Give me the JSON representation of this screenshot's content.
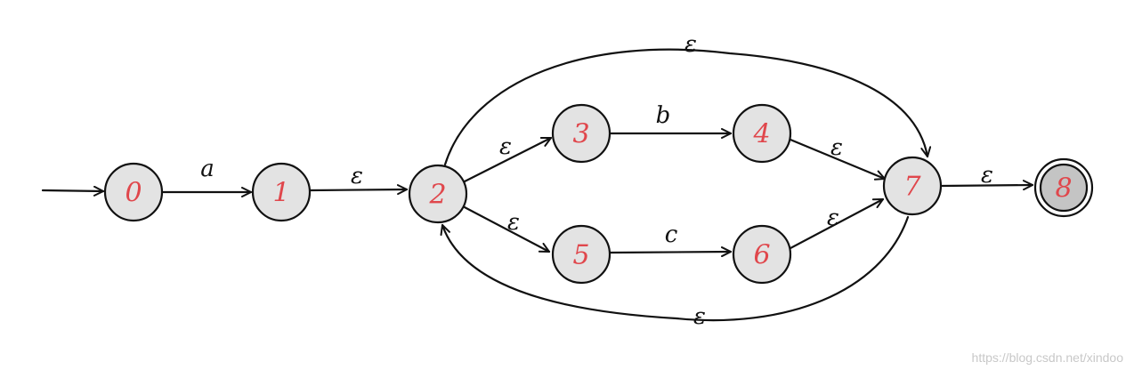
{
  "colors": {
    "node_label": "#e0474c",
    "node_fill": "#e3e3e3",
    "final_fill": "#c4c4c4",
    "stroke": "#111111"
  },
  "nodes": [
    {
      "id": "0",
      "label": "0"
    },
    {
      "id": "1",
      "label": "1"
    },
    {
      "id": "2",
      "label": "2"
    },
    {
      "id": "3",
      "label": "3"
    },
    {
      "id": "4",
      "label": "4"
    },
    {
      "id": "5",
      "label": "5"
    },
    {
      "id": "6",
      "label": "6"
    },
    {
      "id": "7",
      "label": "7"
    },
    {
      "id": "8",
      "label": "8",
      "accepting": true
    }
  ],
  "start_state": "0",
  "edges": [
    {
      "from": "0",
      "to": "1",
      "label": "a"
    },
    {
      "from": "1",
      "to": "2",
      "label": "ε"
    },
    {
      "from": "2",
      "to": "3",
      "label": "ε"
    },
    {
      "from": "2",
      "to": "5",
      "label": "ε"
    },
    {
      "from": "3",
      "to": "4",
      "label": "b"
    },
    {
      "from": "5",
      "to": "6",
      "label": "c"
    },
    {
      "from": "4",
      "to": "7",
      "label": "ε"
    },
    {
      "from": "6",
      "to": "7",
      "label": "ε"
    },
    {
      "from": "7",
      "to": "8",
      "label": "ε"
    },
    {
      "from": "2",
      "to": "7",
      "label": "ε"
    },
    {
      "from": "7",
      "to": "2",
      "label": "ε"
    }
  ],
  "watermark": "https://blog.csdn.net/xindoo"
}
